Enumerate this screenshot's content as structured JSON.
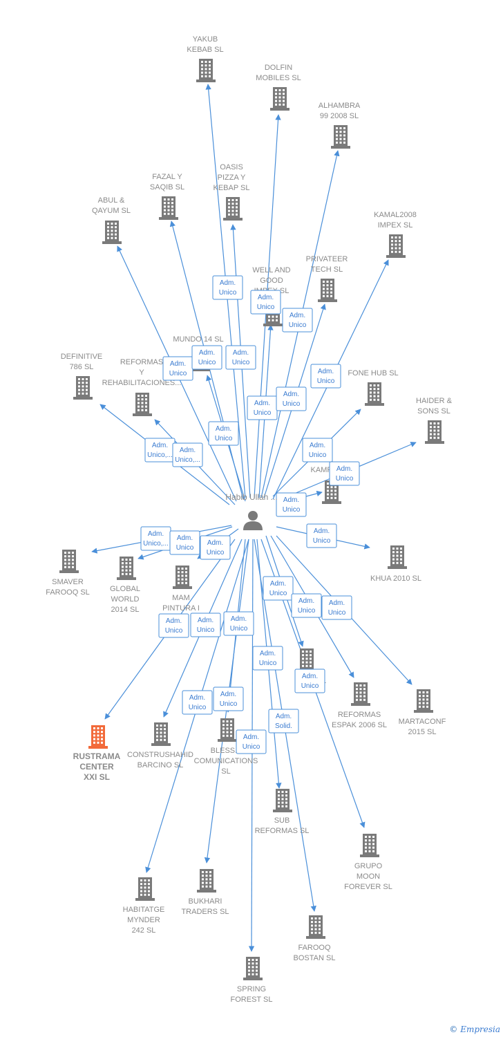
{
  "diagram": {
    "center": {
      "name": "Habib Ullah ..."
    },
    "companies": [
      {
        "id": "yakub",
        "lines": [
          "YAKUB",
          "KEBAB  SL"
        ],
        "highlight": false
      },
      {
        "id": "dolfin",
        "lines": [
          "DOLFIN",
          "MOBILES SL"
        ],
        "highlight": false
      },
      {
        "id": "alhambra",
        "lines": [
          "ALHAMBRA",
          "99 2008 SL"
        ],
        "highlight": false
      },
      {
        "id": "fazal",
        "lines": [
          "FAZAL Y",
          "SAQIB SL"
        ],
        "highlight": false
      },
      {
        "id": "oasis",
        "lines": [
          "OASIS",
          "PIZZA Y",
          "KEBAP SL"
        ],
        "highlight": false
      },
      {
        "id": "abul",
        "lines": [
          "ABUL &",
          "QAYUM  SL"
        ],
        "highlight": false
      },
      {
        "id": "kamal",
        "lines": [
          "KAMAL2008",
          "IMPEX SL"
        ],
        "highlight": false
      },
      {
        "id": "wellgood",
        "lines": [
          "WELL AND",
          "GOOD",
          "IMPEX SL"
        ],
        "highlight": false
      },
      {
        "id": "privateer",
        "lines": [
          "PRIVATEER",
          "TECH  SL"
        ],
        "highlight": false
      },
      {
        "id": "mundo",
        "lines": [
          "MUNDO 14 SL"
        ],
        "highlight": false
      },
      {
        "id": "definitive",
        "lines": [
          "DEFINITIVE",
          "786  SL"
        ],
        "highlight": false
      },
      {
        "id": "reformas_y",
        "lines": [
          "REFORMAS",
          "Y",
          "REHABILITACIONES..."
        ],
        "highlight": false
      },
      {
        "id": "fonehub",
        "lines": [
          "FONE HUB  SL"
        ],
        "highlight": false
      },
      {
        "id": "haider",
        "lines": [
          "HAIDER &",
          "SONS SL"
        ],
        "highlight": false
      },
      {
        "id": "kamran",
        "lines": [
          "...AN",
          "KAMR..."
        ],
        "highlight": false
      },
      {
        "id": "smaver",
        "lines": [
          "SMAVER",
          "FAROOQ SL"
        ],
        "highlight": false
      },
      {
        "id": "global",
        "lines": [
          "GLOBAL",
          "WORLD",
          "2014  SL"
        ],
        "highlight": false
      },
      {
        "id": "mam",
        "lines": [
          "MAM",
          "PINTURA I",
          "DE..."
        ],
        "highlight": false
      },
      {
        "id": "khua",
        "lines": [
          "KHUA 2010 SL"
        ],
        "highlight": false
      },
      {
        "id": "nia",
        "lines": [
          "NIA... SL"
        ],
        "highlight": false
      },
      {
        "id": "rustrama",
        "lines": [
          "RUSTRAMA",
          "CENTER",
          "XXI  SL"
        ],
        "highlight": true
      },
      {
        "id": "construshahid",
        "lines": [
          "CONSTRUSHAHID",
          "BARCINO SL"
        ],
        "highlight": false
      },
      {
        "id": "bless",
        "lines": [
          "BLESS...",
          "COMUNICATIONS",
          "SL"
        ],
        "highlight": false
      },
      {
        "id": "reformas_espak",
        "lines": [
          "REFORMAS",
          "ESPAK 2006 SL"
        ],
        "highlight": false
      },
      {
        "id": "martaconf",
        "lines": [
          "MARTACONF",
          "2015  SL"
        ],
        "highlight": false
      },
      {
        "id": "sub",
        "lines": [
          "SUB",
          "REFORMAS SL"
        ],
        "highlight": false
      },
      {
        "id": "grupo",
        "lines": [
          "GRUPO",
          "MOON",
          "FOREVER SL"
        ],
        "highlight": false
      },
      {
        "id": "habitatge",
        "lines": [
          "HABITATGE",
          "MYNDER",
          "242 SL"
        ],
        "highlight": false
      },
      {
        "id": "bukhari",
        "lines": [
          "BUKHARI",
          "TRADERS SL"
        ],
        "highlight": false
      },
      {
        "id": "farooq",
        "lines": [
          "FAROOQ",
          "BOSTAN SL"
        ],
        "highlight": false
      },
      {
        "id": "spring",
        "lines": [
          "SPRING",
          "FOREST  SL"
        ],
        "highlight": false
      }
    ],
    "relations": [
      {
        "lines": [
          "Adm.",
          "Unico"
        ]
      },
      {
        "lines": [
          "Adm.",
          "Unico"
        ]
      },
      {
        "lines": [
          "Adm.",
          "Unico"
        ]
      },
      {
        "lines": [
          "Adm.",
          "Unico"
        ]
      },
      {
        "lines": [
          "Adm.",
          "Unico"
        ]
      },
      {
        "lines": [
          "Adm.",
          "Unico"
        ]
      },
      {
        "lines": [
          "Adm.",
          "Unico"
        ]
      },
      {
        "lines": [
          "Adm.",
          "Unico"
        ]
      },
      {
        "lines": [
          "Adm.",
          "Unico"
        ]
      },
      {
        "lines": [
          "Adm.",
          "Unico"
        ]
      },
      {
        "lines": [
          "Adm.",
          "Unico,..."
        ]
      },
      {
        "lines": [
          "Adm.",
          "Unico,..."
        ]
      },
      {
        "lines": [
          "Adm.",
          "Unico"
        ]
      },
      {
        "lines": [
          "Adm.",
          "Unico"
        ]
      },
      {
        "lines": [
          "Adm.",
          "Unico"
        ]
      },
      {
        "lines": [
          "Adm.",
          "Unico"
        ]
      },
      {
        "lines": [
          "Adm.",
          "Unico,..."
        ]
      },
      {
        "lines": [
          "Adm.",
          "Unico"
        ]
      },
      {
        "lines": [
          "Adm.",
          "Unico"
        ]
      },
      {
        "lines": [
          "Adm.",
          "Unico"
        ]
      },
      {
        "lines": [
          "Adm.",
          "Unico"
        ]
      },
      {
        "lines": [
          "Adm.",
          "Unico"
        ]
      },
      {
        "lines": [
          "Adm.",
          "Unico"
        ]
      },
      {
        "lines": [
          "Adm.",
          "Unico"
        ]
      },
      {
        "lines": [
          "Adm.",
          "Unico"
        ]
      },
      {
        "lines": [
          "Adm.",
          "Unico"
        ]
      },
      {
        "lines": [
          "Adm.",
          "Unico"
        ]
      },
      {
        "lines": [
          "Adm.",
          "Unico"
        ]
      },
      {
        "lines": [
          "Adm.",
          "Unico"
        ]
      },
      {
        "lines": [
          "Adm.",
          "Unico"
        ]
      },
      {
        "lines": [
          "Adm.",
          "Solid."
        ]
      },
      {
        "lines": [
          "Adm.",
          "Unico"
        ]
      },
      {
        "lines": [
          "Adm.",
          "Unico"
        ]
      }
    ]
  },
  "footer": {
    "copyright_symbol": "©",
    "brand": "Empresia"
  },
  "colors": {
    "edge": "#4a8fd9",
    "building": "#7a7a7a",
    "building_highlight": "#f26a3a",
    "person": "#7a7a7a"
  },
  "icons": {
    "company": "building-icon",
    "person": "person-icon"
  }
}
